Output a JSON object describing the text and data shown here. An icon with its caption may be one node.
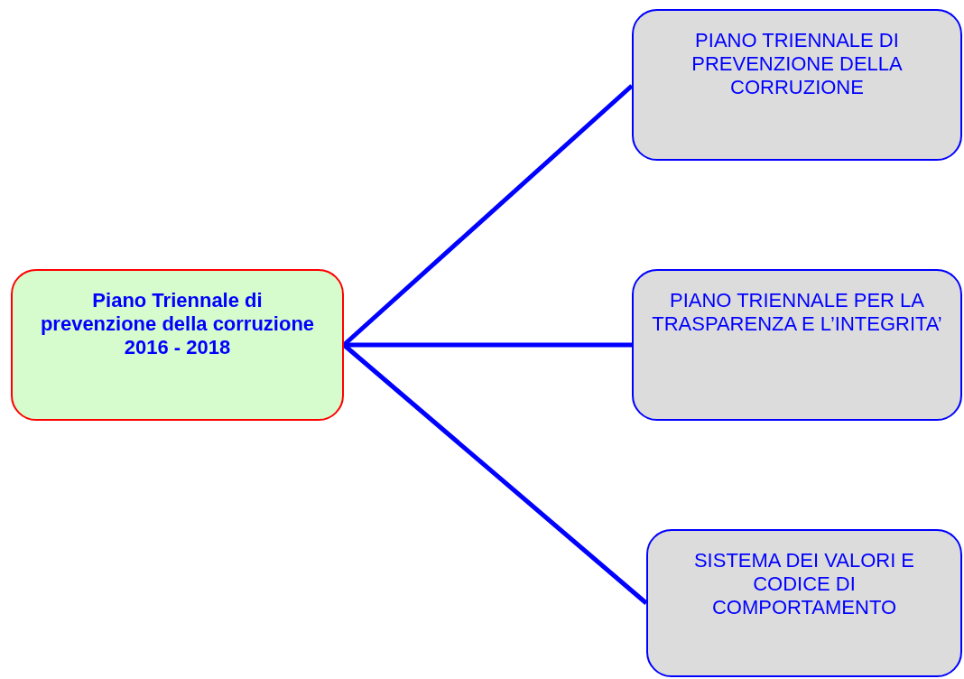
{
  "diagram": {
    "nodes": [
      {
        "text": [
          "Piano Triennale di prevenzione della corruzione 2016 - 2018"
        ]
      },
      {
        "text": [
          "PIANO TRIENNALE DI PREVENZIONE DELLA CORRUZIONE"
        ]
      },
      {
        "text": [
          "PIANO TRIENNALE PER LA TRASPARENZA E L’INTEGRITA’"
        ]
      },
      {
        "text": [
          "SISTEMA DEI VALORI E CODICE DI COMPORTAMENTO"
        ]
      }
    ],
    "edges": [
      {
        "from": 0,
        "to": 1,
        "arrow": "none"
      },
      {
        "from": 0,
        "to": 2,
        "arrow": "none"
      },
      {
        "from": 0,
        "to": 3,
        "arrow": "none"
      }
    ]
  }
}
